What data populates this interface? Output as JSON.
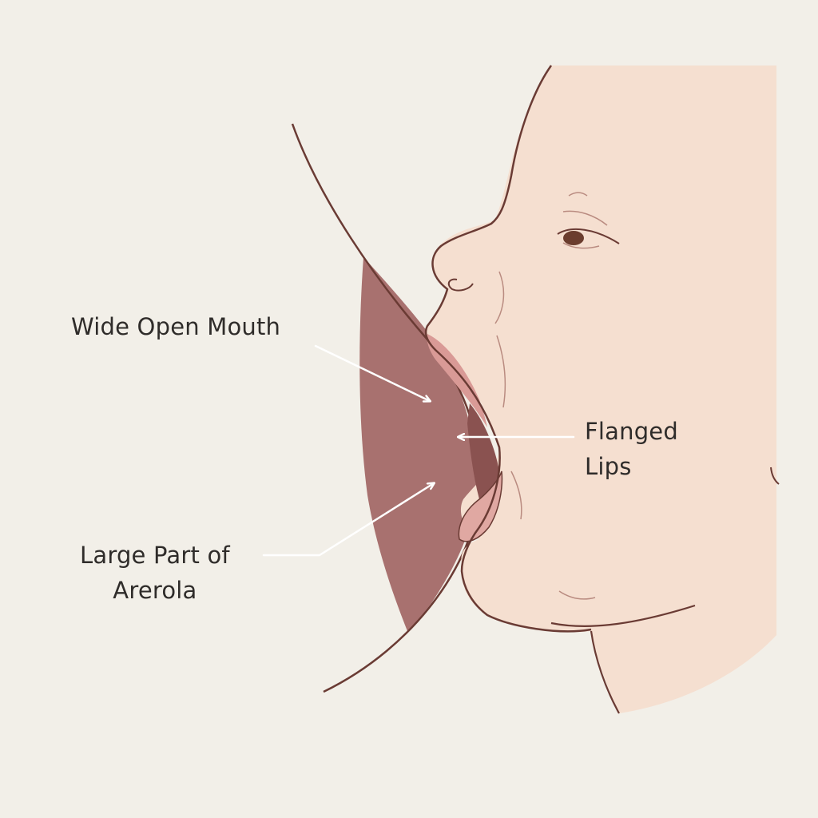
{
  "labels": {
    "wide_open_mouth": "Wide Open Mouth",
    "flanged_lips": [
      "Flanged",
      "Lips"
    ],
    "areola": [
      "Large Part of",
      "Arerola"
    ]
  },
  "colors": {
    "background": "#f2efe8",
    "skin": "#f5dfd0",
    "outline": "#6a3b34",
    "breast": "#a8716f",
    "lip": "#d99a96",
    "arrow": "#ffffff",
    "text": "#2f2c2a"
  }
}
